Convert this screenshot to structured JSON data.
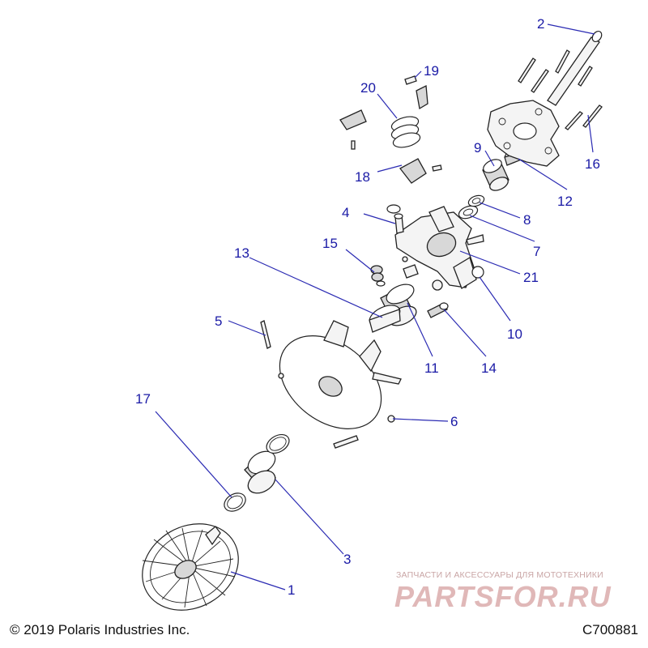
{
  "diagram": {
    "callouts": [
      "1",
      "2",
      "3",
      "4",
      "5",
      "6",
      "7",
      "8",
      "9",
      "10",
      "11",
      "12",
      "13",
      "14",
      "15",
      "16",
      "17",
      "18",
      "19",
      "20",
      "21"
    ]
  },
  "footer": {
    "copyright": "© 2019 Polaris Industries Inc.",
    "code": "C700881"
  },
  "watermark": {
    "subtitle": "ЗАПЧАСТИ И АКСЕССУАРЫ ДЛЯ МОТОТЕХНИКИ",
    "brand": "PARTSFOR.RU"
  },
  "colors": {
    "callout": "#1a1aa6",
    "leader": "#2b2bb3",
    "watermark": "#e0b8b8"
  }
}
